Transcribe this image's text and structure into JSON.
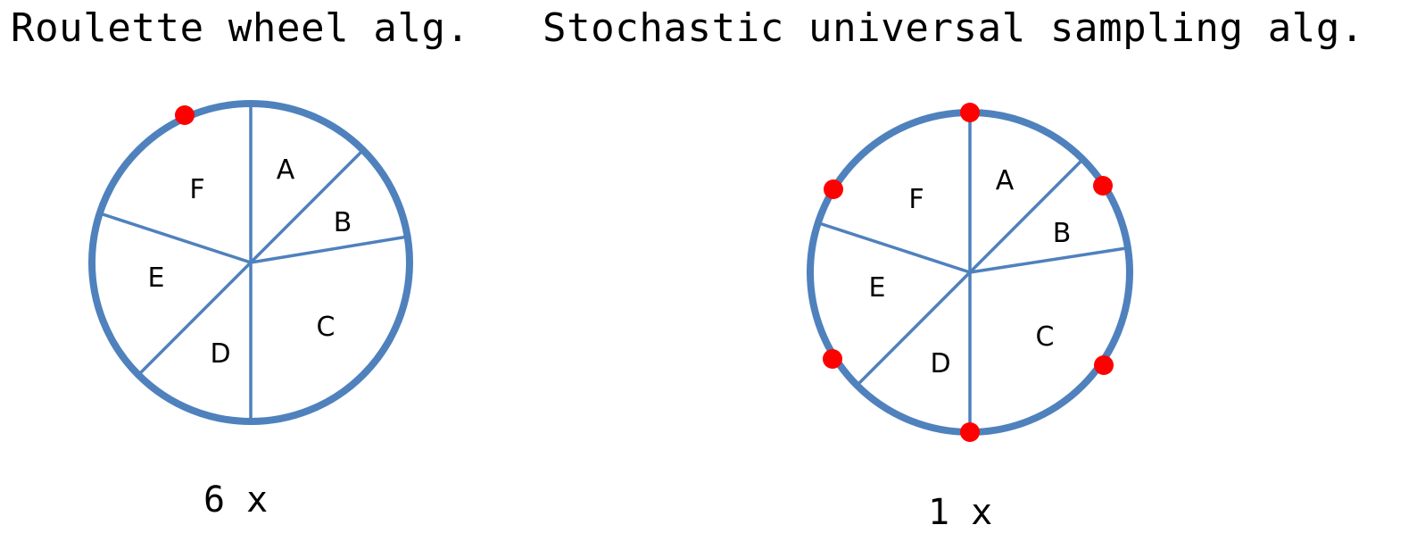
{
  "titles": {
    "left": "Roulette wheel alg.",
    "right": "Stochastic universal sampling alg."
  },
  "counts": {
    "left": "6 x",
    "right": "1 x"
  },
  "segments": [
    "A",
    "B",
    "C",
    "D",
    "E",
    "F"
  ],
  "colors": {
    "wheel": "#4F81BD",
    "pointer": "#FF0000",
    "text": "#000000",
    "background": "#FFFFFF"
  }
}
